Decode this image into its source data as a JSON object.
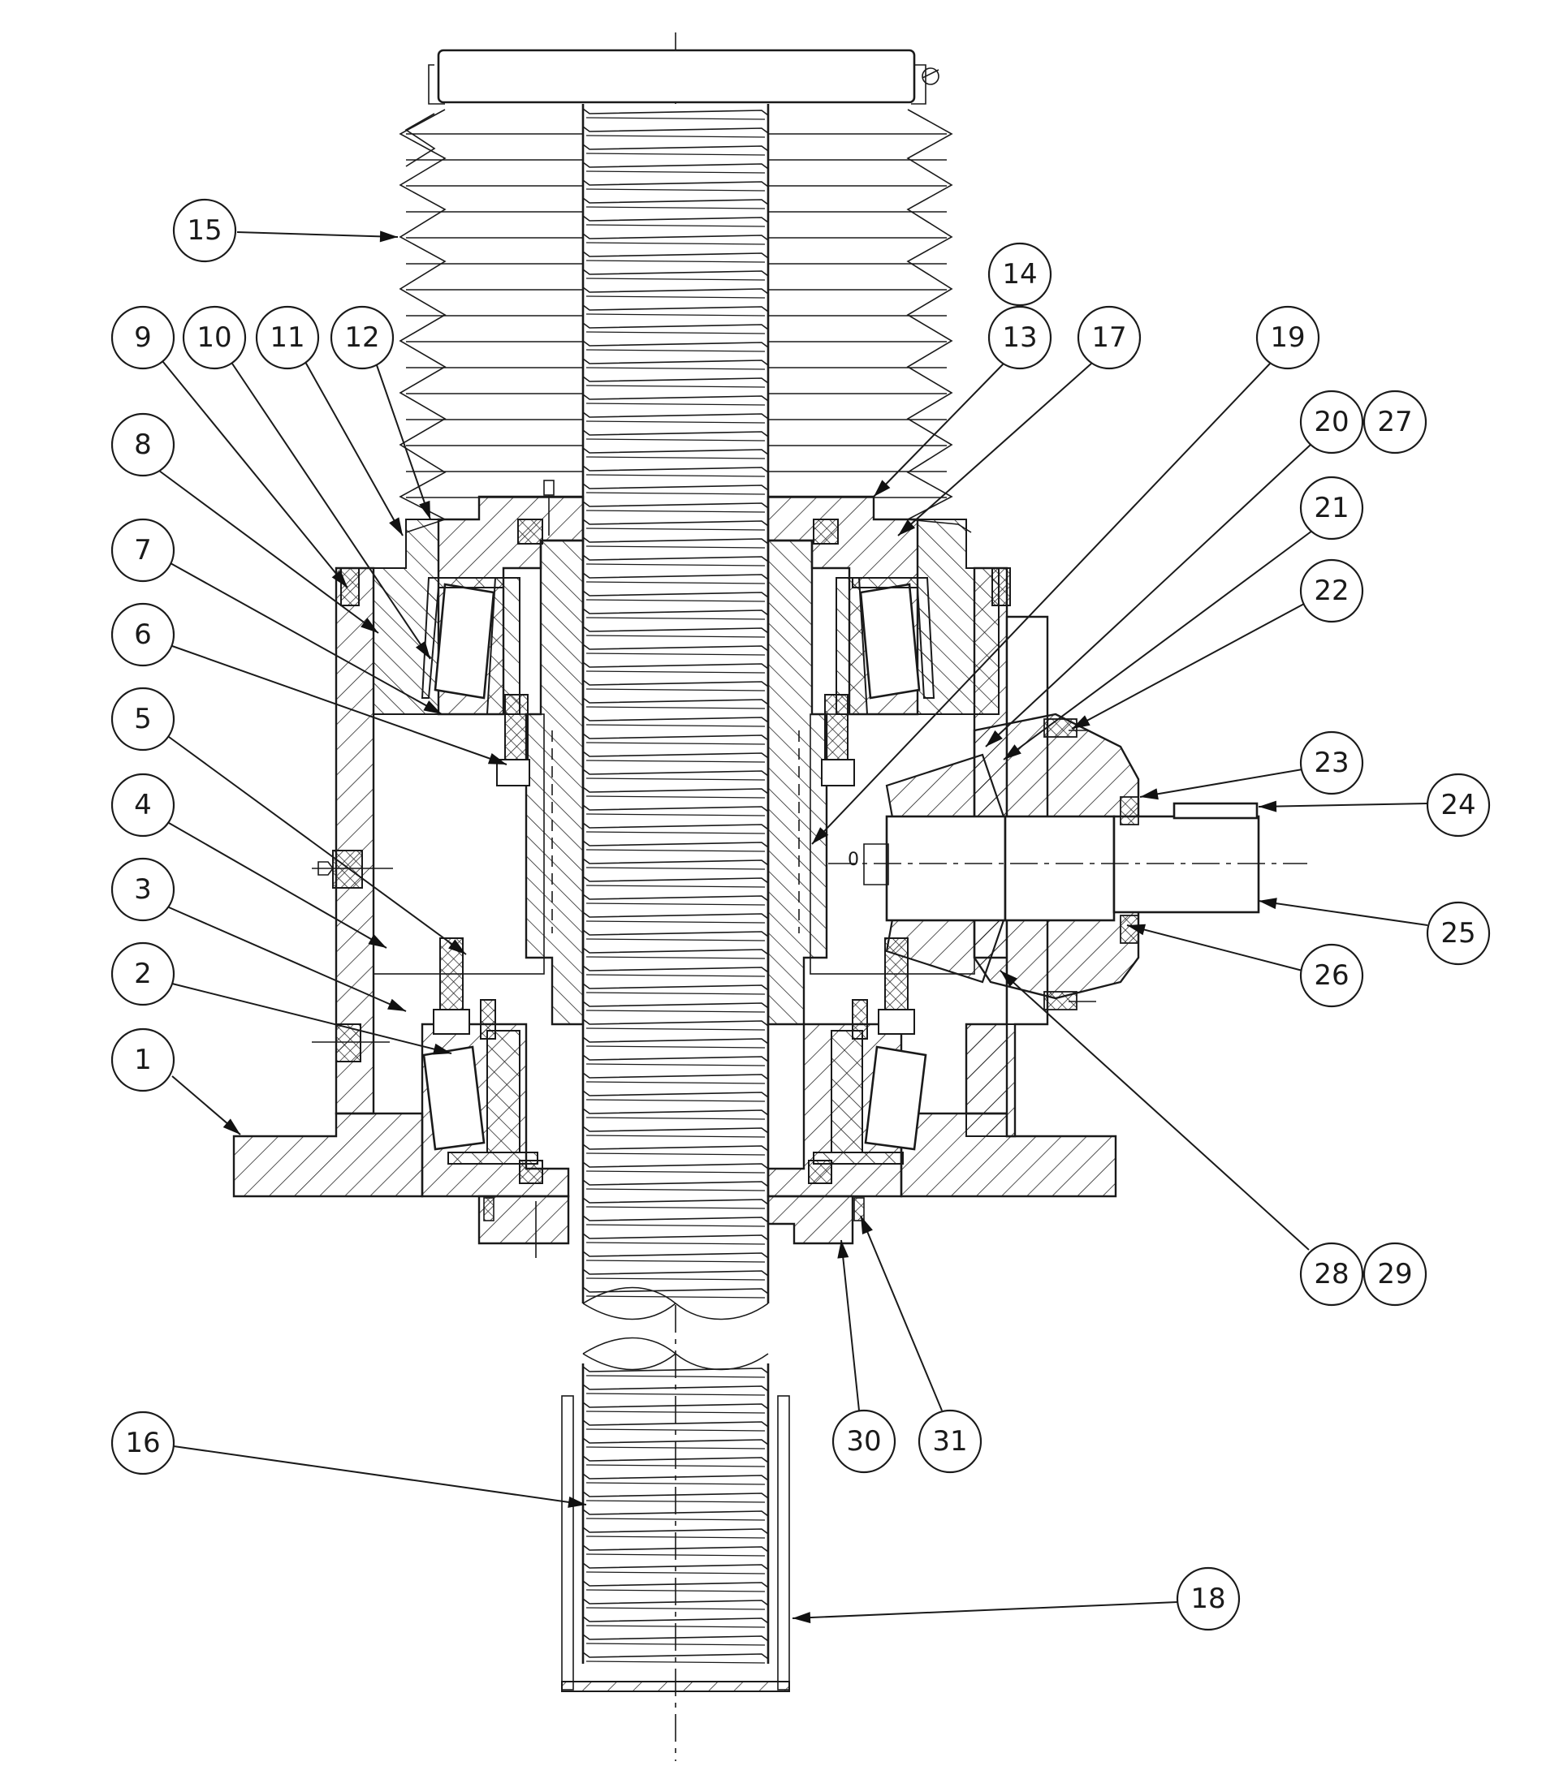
{
  "drawing": {
    "callouts": [
      {
        "id": "1",
        "label": "1"
      },
      {
        "id": "2",
        "label": "2"
      },
      {
        "id": "3",
        "label": "3"
      },
      {
        "id": "4",
        "label": "4"
      },
      {
        "id": "5",
        "label": "5"
      },
      {
        "id": "6",
        "label": "6"
      },
      {
        "id": "7",
        "label": "7"
      },
      {
        "id": "8",
        "label": "8"
      },
      {
        "id": "9",
        "label": "9"
      },
      {
        "id": "10",
        "label": "10"
      },
      {
        "id": "11",
        "label": "11"
      },
      {
        "id": "12",
        "label": "12"
      },
      {
        "id": "13",
        "label": "13"
      },
      {
        "id": "14",
        "label": "14"
      },
      {
        "id": "15",
        "label": "15"
      },
      {
        "id": "16",
        "label": "16"
      },
      {
        "id": "17",
        "label": "17"
      },
      {
        "id": "18",
        "label": "18"
      },
      {
        "id": "19",
        "label": "19"
      },
      {
        "id": "20",
        "label": "20"
      },
      {
        "id": "21",
        "label": "21"
      },
      {
        "id": "22",
        "label": "22"
      },
      {
        "id": "23",
        "label": "23"
      },
      {
        "id": "24",
        "label": "24"
      },
      {
        "id": "25",
        "label": "25"
      },
      {
        "id": "26",
        "label": "26"
      },
      {
        "id": "27",
        "label": "27"
      },
      {
        "id": "28",
        "label": "28"
      },
      {
        "id": "29",
        "label": "29"
      },
      {
        "id": "30",
        "label": "30"
      },
      {
        "id": "31",
        "label": "31"
      }
    ],
    "colors": {
      "line": "#1a1a1a",
      "background": "#ffffff"
    }
  }
}
